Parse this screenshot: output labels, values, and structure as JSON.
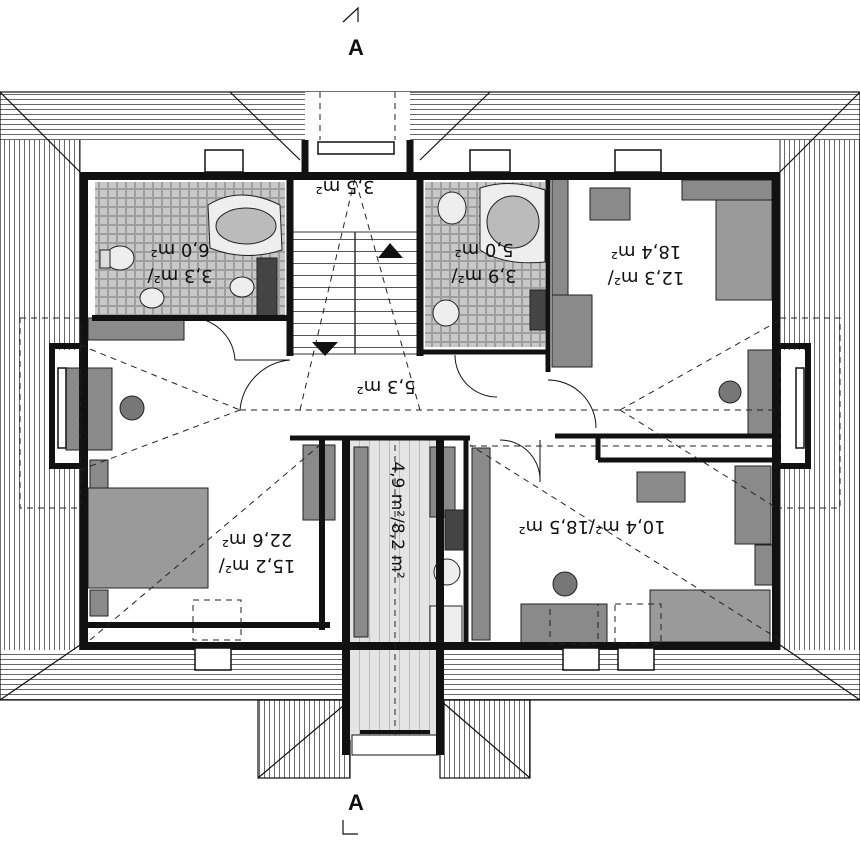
{
  "section_marker": "A",
  "rooms": {
    "bath_left": {
      "line1": "3,3 m²/",
      "line2": "6,0 m²"
    },
    "stair_top": {
      "line1": "3,5 m²"
    },
    "bath_right": {
      "line1": "3,9 m²/",
      "line2": "5,0 m²"
    },
    "room_ne": {
      "line1": "12,3 m²/",
      "line2": "18,4 m²"
    },
    "hall": {
      "line1": "5,3 m²"
    },
    "room_sw": {
      "line1": "15,2 m²/",
      "line2": "22,6 m²"
    },
    "corridor": {
      "line1": "4,9 m²/8,2 m²"
    },
    "room_se": {
      "line1": "10,4 m²/18,5 m²"
    }
  },
  "colors": {
    "wall": "#111111",
    "furniture": "#8a8a8a",
    "tile": "#bdbdbd",
    "roof_line": "#333333",
    "floor": "#ffffff"
  }
}
